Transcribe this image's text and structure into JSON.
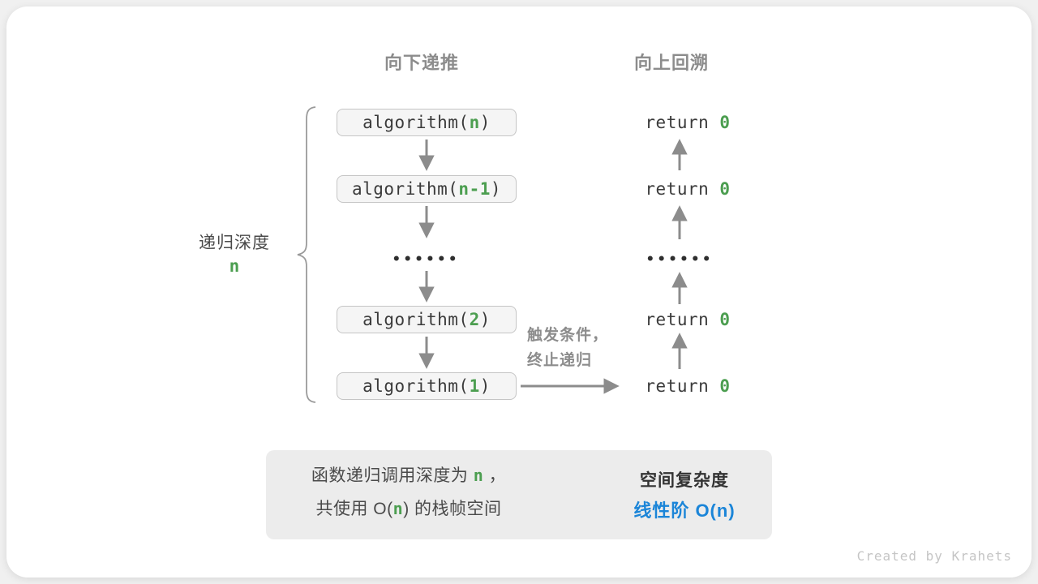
{
  "colors": {
    "green": "#4c9e50",
    "blue": "#1b85d8",
    "arrow_gray": "#8c8c8c",
    "box_fill": "#f5f5f5",
    "box_border": "#c5c5c5",
    "summary_bg": "#ececec"
  },
  "headers": {
    "down": "向下递推",
    "up": "向上回溯"
  },
  "recursion_column": {
    "boxes": [
      {
        "prefix": "algorithm(",
        "arg": "n",
        "suffix": ")"
      },
      {
        "prefix": "algorithm(",
        "arg": "n-1",
        "suffix": ")"
      },
      {
        "prefix": "algorithm(",
        "arg": "2",
        "suffix": ")"
      },
      {
        "prefix": "algorithm(",
        "arg": "1",
        "suffix": ")"
      }
    ],
    "dots": "••••••"
  },
  "return_column": {
    "items": [
      {
        "prefix": "return ",
        "value": "0"
      },
      {
        "prefix": "return ",
        "value": "0"
      },
      {
        "prefix": "return ",
        "value": "0"
      },
      {
        "prefix": "return ",
        "value": "0"
      }
    ],
    "dots": "••••••"
  },
  "depth_label": {
    "text": "递归深度",
    "value": "n"
  },
  "trigger_note": {
    "line1": "触发条件，",
    "line2": "终止递归"
  },
  "summary": {
    "left_line1": {
      "pre": "函数递归调用深度为 ",
      "em": "n",
      "post": " ，"
    },
    "left_line2": {
      "pre": "共使用 O(",
      "em": "n",
      "post": ") 的栈帧空间"
    },
    "right_title": "空间复杂度",
    "right_value": "线性阶 O(n)"
  },
  "credit": "Created by Krahets"
}
